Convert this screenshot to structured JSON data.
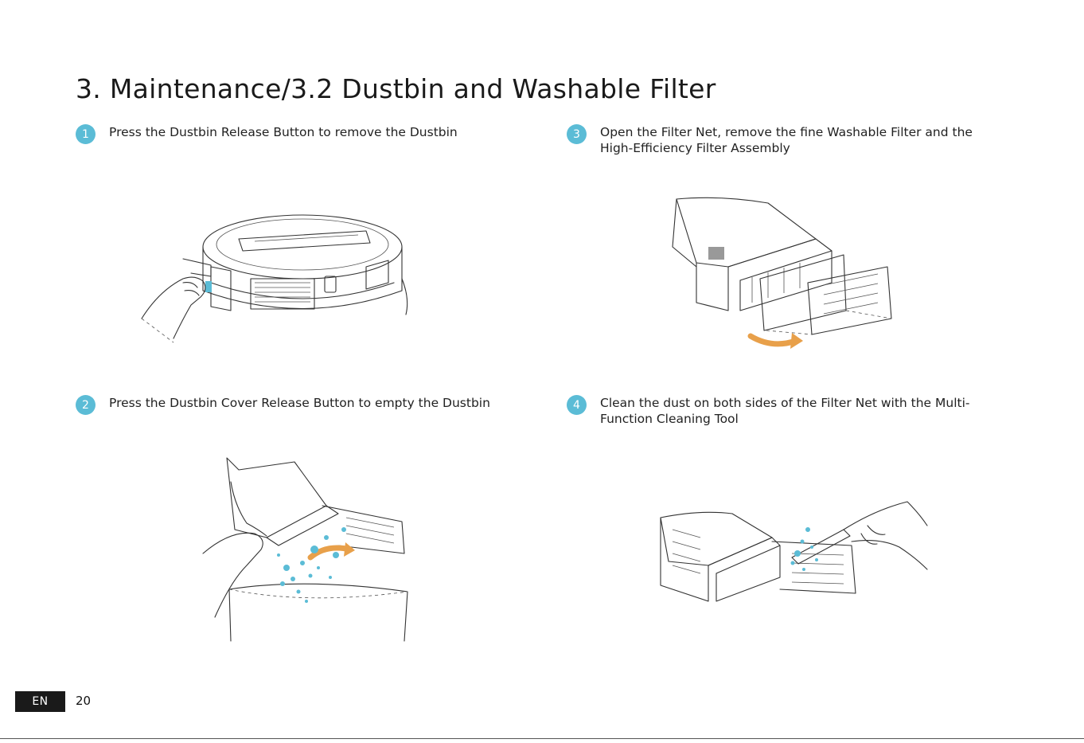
{
  "page": {
    "title": "3. Maintenance/3.2 Dustbin and Washable Filter"
  },
  "steps": [
    {
      "number": "1",
      "text": "Press the Dustbin Release Button to remove the Dustbin"
    },
    {
      "number": "2",
      "text": "Press the Dustbin Cover Release Button to empty the Dustbin"
    },
    {
      "number": "3",
      "text": "Open the Filter Net, remove the fine Washable Filter and the High-Efficiency Filter Assembly"
    },
    {
      "number": "4",
      "text": "Clean the dust on both sides of the Filter Net with the Multi-Function Cleaning Tool"
    }
  ],
  "footer": {
    "language": "EN",
    "page_number": "20"
  },
  "colors": {
    "step_badge": "#5bbcd6",
    "arrow": "#e8a04a",
    "dust": "#5bbcd6",
    "footer_badge": "#1a1a1a"
  }
}
